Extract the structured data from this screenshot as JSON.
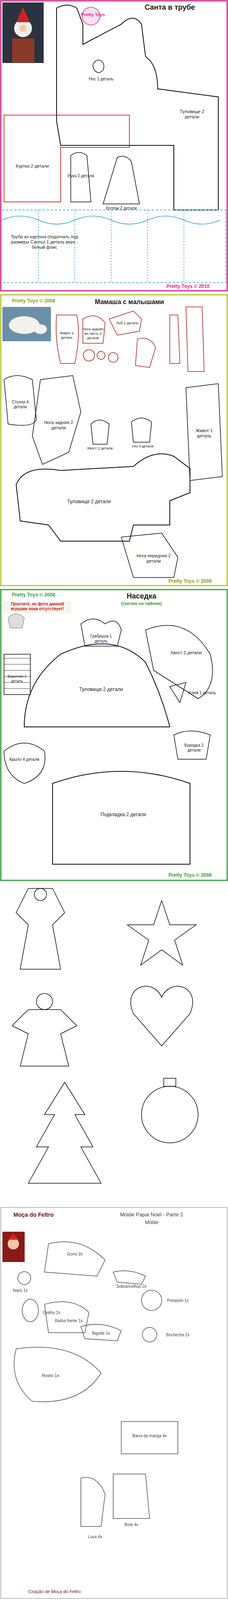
{
  "diagram": {
    "labels": [
      "Санта в трубе",
      "Pretty Toys",
      "Нос 1 деталь",
      "Туловище 2 детали",
      "Куртка 2 детали",
      "Рука 2 детали",
      "Колпак 2 детали",
      "Труба из картона (подогнать под размеры Санты) 1 деталь верх - белый флис",
      "Pretty Toys © 2010",
      "Pretty Toys © 2008",
      "Мамаша с малышами",
      "Живот 1 деталь",
      "Нога задняя вн.часть 2 детали",
      "Лоб 1 деталь",
      "Ступня 4 детали",
      "Нога задняя 2 детали",
      "Хвост 2 детали",
      "Ухо 4 детали",
      "Живот 1 деталь",
      "Туловище 2 детали",
      "Нога передняя 2 детали",
      "Pretty Toys © 2008",
      "Pretty Toys © 2008",
      "Наседка",
      "(грелка на чайник)",
      "Простите, но фото данной игрушки пока отсутствует!",
      "Гребешок 1 деталь",
      "Хвост 2 детали",
      "Воротник 1 деталь",
      "Клюв 1 деталь",
      "Туловище 2 детали",
      "Бородка 2 детали",
      "Крыло 4 детали",
      "Подкладка 2 детали",
      "Pretty Toys © 2008",
      "Moça do Feltro",
      "Molde Papai Noel - Parte 2",
      "Molde",
      "Gorro 2x",
      "Nariz 1x",
      "Sobrancelhas 2x",
      "Pompom 1x",
      "Orelha 2x",
      "Barba frente 1x",
      "Bigode 1x",
      "Bochecha 2x",
      "Rosto 1x",
      "Barra da manga 4x",
      "Luva 4x",
      "Bota 4x",
      "Criação de Moça do Feltro"
    ]
  }
}
